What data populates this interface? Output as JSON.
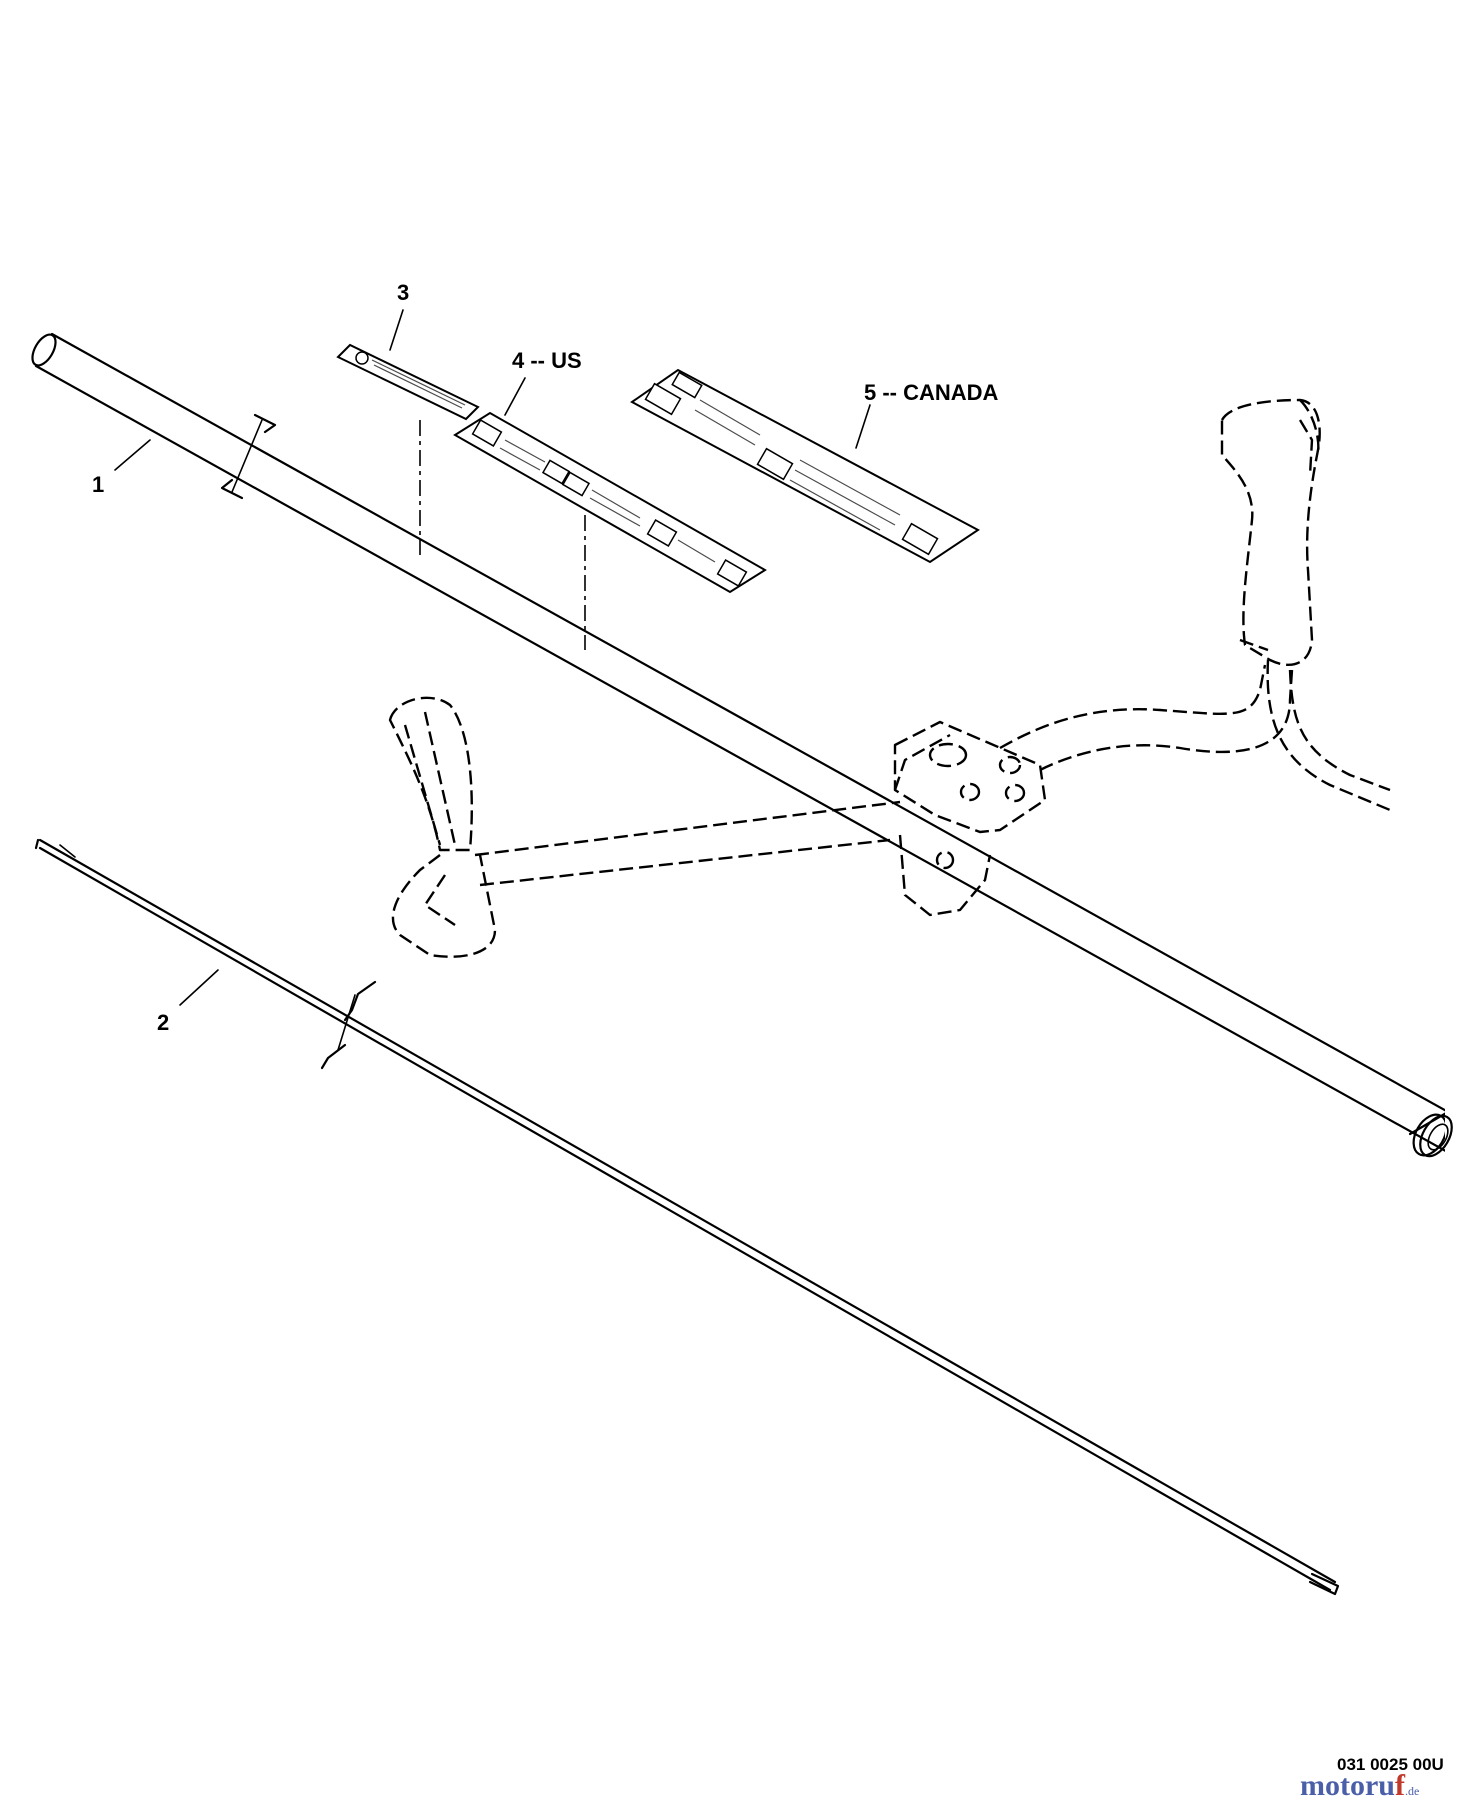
{
  "callouts": [
    {
      "id": "1",
      "label": "1"
    },
    {
      "id": "2",
      "label": "2"
    },
    {
      "id": "3",
      "label": "3"
    },
    {
      "id": "4",
      "label": "4 -- US"
    },
    {
      "id": "5",
      "label": "5 -- CANADA"
    }
  ],
  "doc_number": "031 0025 00U",
  "watermark": {
    "brand_part1": "motoru",
    "brand_part2": "f",
    "suffix": ".de"
  },
  "colors": {
    "line": "#000000",
    "watermark_blue": "#4a5fa8",
    "watermark_red": "#c0392b",
    "background": "#ffffff"
  }
}
